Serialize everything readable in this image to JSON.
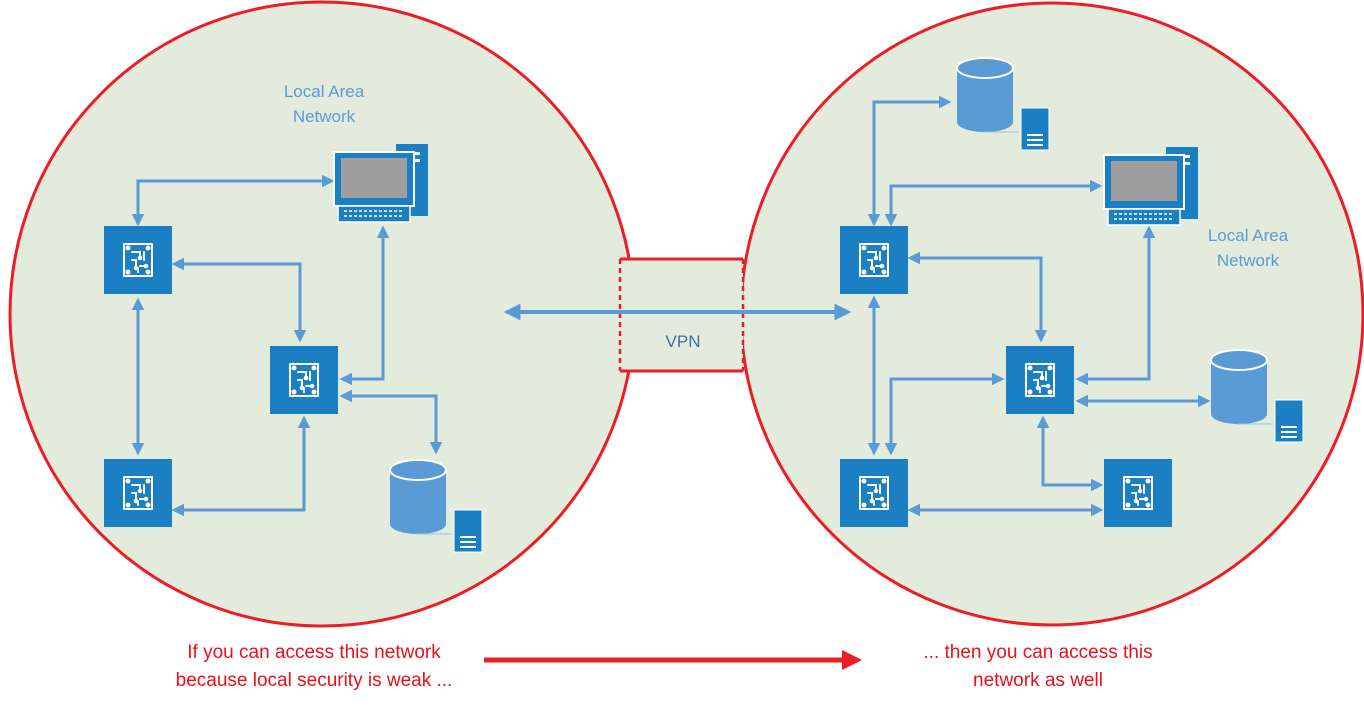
{
  "left_network": {
    "label_line1": "Local Area",
    "label_line2": "Network"
  },
  "right_network": {
    "label_line1": "Local Area",
    "label_line2": "Network"
  },
  "vpn_label": "VPN",
  "caption_left": {
    "line1": "If you can access this network",
    "line2": "because local security is weak ..."
  },
  "caption_right": {
    "line1": "... then you can access this",
    "line2": "network as well"
  },
  "colors": {
    "network_fill": "#e2ebdc",
    "boundary": "#ee1c24",
    "device_blue": "#1b7fc4",
    "link_blue": "#5b9bd5",
    "caption_red": "#e8101a"
  },
  "icons": {
    "router": "circuit-board-icon",
    "workstation": "desktop-computer-icon",
    "database": "database-server-icon"
  }
}
